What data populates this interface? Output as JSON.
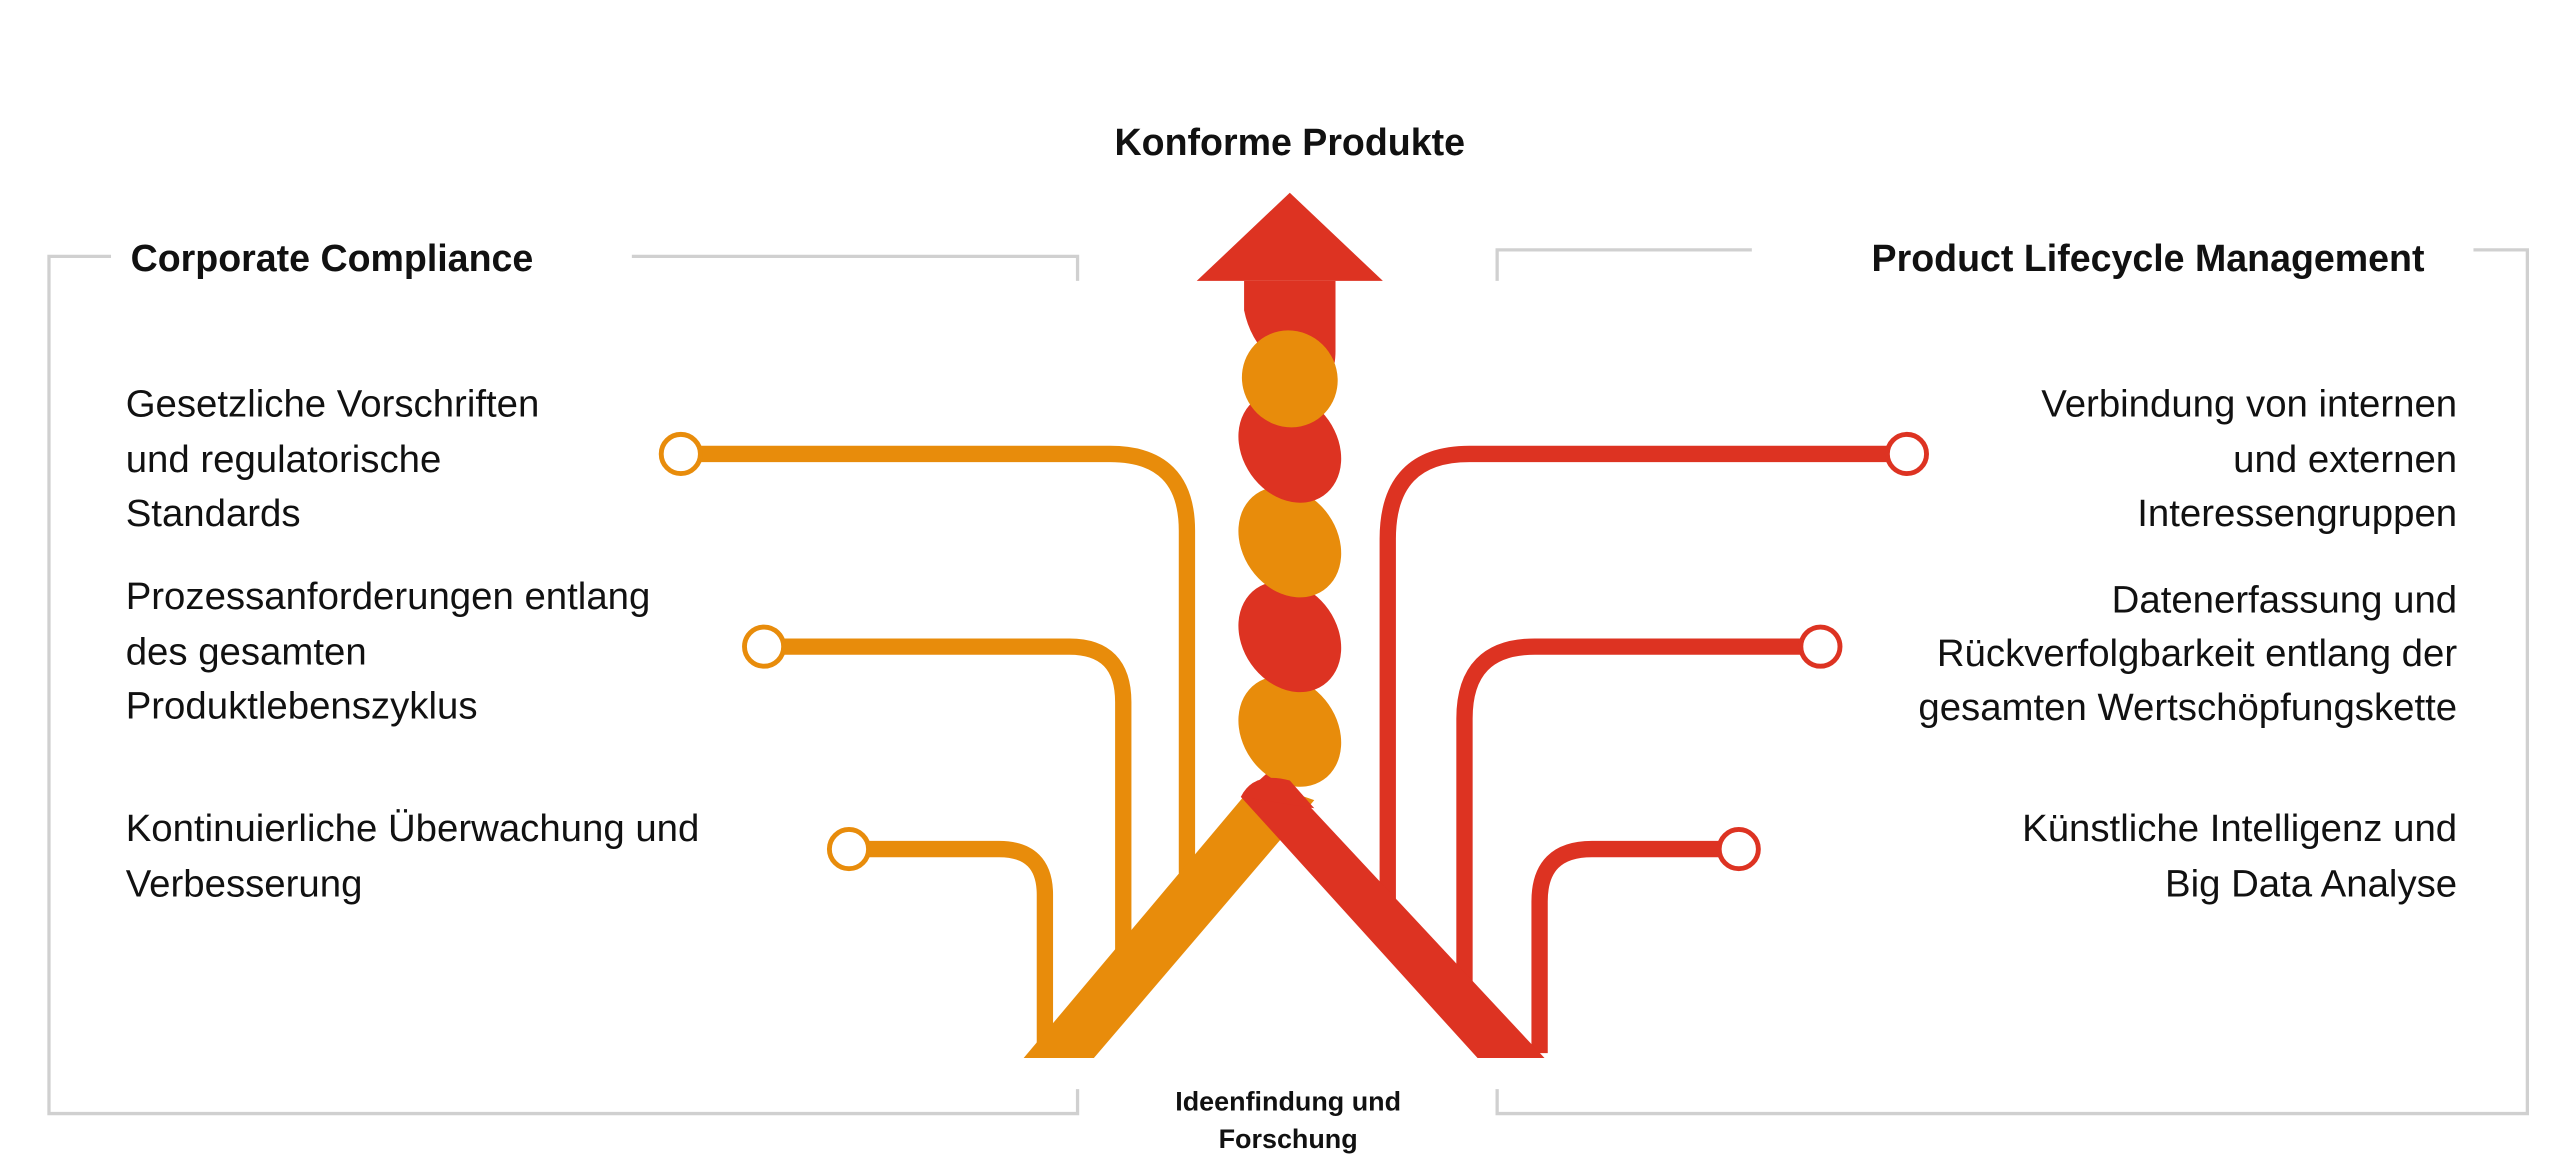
{
  "title": "Konforme Produkte",
  "bottom_label": [
    "Ideenfindung und",
    "Forschung"
  ],
  "left": {
    "heading": "Corporate Compliance",
    "items": [
      {
        "lines": [
          "Gesetzliche Vorschriften",
          "und regulatorische",
          "Standards"
        ]
      },
      {
        "lines": [
          "Prozessanforderungen entlang",
          "des gesamten",
          "Produktlebenszyklus"
        ]
      },
      {
        "lines": [
          "Kontinuierliche Überwachung und",
          "Verbesserung"
        ]
      }
    ]
  },
  "right": {
    "heading": "Product Lifecycle Management",
    "items": [
      {
        "lines": [
          "Verbindung von internen",
          "und externen",
          "Interessengruppen"
        ]
      },
      {
        "lines": [
          "Datenerfassung und",
          "Rückverfolgbarkeit entlang der",
          "gesamten Wertschöpfungskette"
        ]
      },
      {
        "lines": [
          "Künstliche Intelligenz und",
          "Big Data Analyse"
        ]
      }
    ]
  },
  "colors": {
    "orange": "#e88c0b",
    "red": "#dd3322",
    "frame": "#d0d0d0"
  }
}
